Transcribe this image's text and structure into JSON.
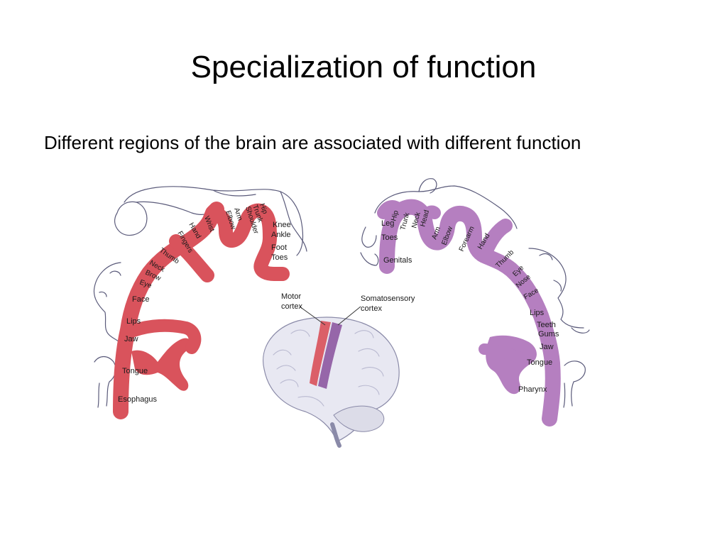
{
  "title": "Specialization of function",
  "bullet": "Different regions of the brain are associated with different function",
  "colors": {
    "motor": "#d9535c",
    "sensory": "#b57fc0",
    "brain": "#e8e8f2"
  },
  "motor_labels": {
    "hip": "Hip",
    "trunk": "Trunk",
    "shoulder": "Shoulder",
    "arm": "Arm",
    "elbow": "Elbow",
    "wrist": "Wrist",
    "hand": "Hand",
    "fingers": "Fingers",
    "thumb": "Thumb",
    "neck": "Neck",
    "brow": "Brow",
    "eye": "Eye",
    "face": "Face",
    "lips": "Lips",
    "jaw": "Jaw",
    "tongue": "Tongue",
    "esophagus": "Esophagus",
    "knee": "Knee",
    "ankle": "Ankle",
    "foot": "Foot",
    "toes": "Toes"
  },
  "sensory_labels": {
    "leg": "Leg",
    "hip": "Hip",
    "trunk": "Trunk",
    "neck": "Neck",
    "head": "Head",
    "arm": "Arm",
    "elbow": "Elbow",
    "forearm": "Forearm",
    "hand": "Hand",
    "thumb": "Thumb",
    "eye": "Eye",
    "nose": "Nose",
    "face": "Face",
    "lips": "Lips",
    "teeth": "Teeth",
    "gums": "Gums",
    "jaw": "Jaw",
    "tongue": "Tongue",
    "pharynx": "Pharynx",
    "toes": "Toes",
    "genitals": "Genitals"
  },
  "callouts": {
    "motor_1": "Motor",
    "motor_2": "cortex",
    "sensory_1": "Somatosensory",
    "sensory_2": "cortex"
  }
}
